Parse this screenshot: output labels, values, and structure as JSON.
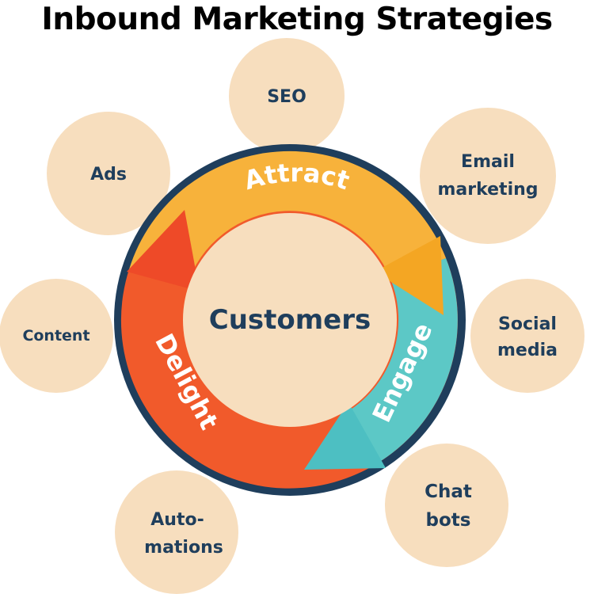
{
  "title": "Inbound Marketing Strategies",
  "center_label": "Customers",
  "stages": {
    "attract": "Attract",
    "engage": "Engage",
    "delight": "Delight"
  },
  "strategies": {
    "seo": [
      "SEO"
    ],
    "email": [
      "Email",
      "marketing"
    ],
    "social": [
      "Social",
      "media"
    ],
    "chatbots": [
      "Chat",
      "bots"
    ],
    "automations": [
      "Auto-",
      "mations"
    ],
    "content": [
      "Content"
    ],
    "ads": [
      "Ads"
    ]
  },
  "colors": {
    "bubble": "#F7DEBE",
    "text_dark": "#1F3E5C",
    "ring_border": "#1F3E5C",
    "attract": "#F7B23B",
    "attract_arrow": "#F4A623",
    "engage": "#5CC8C6",
    "engage_arrow": "#4DBFC2",
    "delight": "#F15A2B",
    "delight_arrow": "#EE4A28",
    "inner": "#F7DEBE"
  }
}
